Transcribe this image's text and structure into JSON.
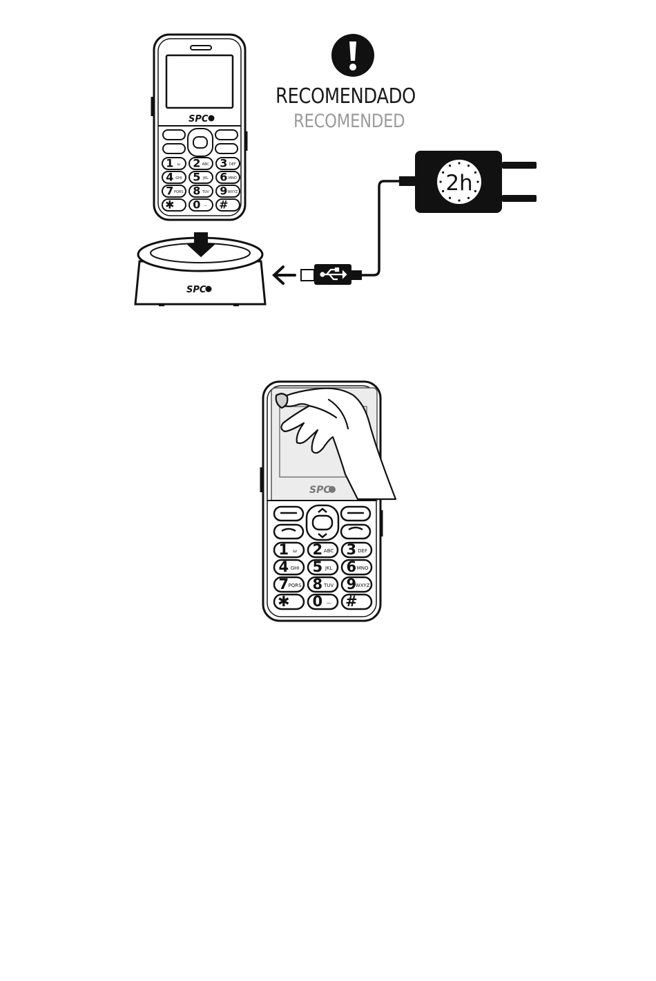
{
  "recommendation": {
    "label_es": "RECOMENDADO",
    "label_en": "RECOMENDED",
    "charge_time": "2h"
  },
  "brand": {
    "logo_text": "SPC"
  },
  "keypad": {
    "keys": [
      {
        "digit": "1",
        "sub": "ω"
      },
      {
        "digit": "2",
        "sub": "ABC"
      },
      {
        "digit": "3",
        "sub": "DEF"
      },
      {
        "digit": "4",
        "sub": "GHI"
      },
      {
        "digit": "5",
        "sub": "JKL"
      },
      {
        "digit": "6",
        "sub": "MNO"
      },
      {
        "digit": "7",
        "sub": "PQRS"
      },
      {
        "digit": "8",
        "sub": "TUV"
      },
      {
        "digit": "9",
        "sub": "WXYZ"
      },
      {
        "digit": "✱",
        "sub": ""
      },
      {
        "digit": "0",
        "sub": "—"
      },
      {
        "digit": "#",
        "sub": ""
      }
    ]
  },
  "colors": {
    "ink": "#111111",
    "grey_text": "#9a9a9a",
    "film": "#ececec"
  },
  "icons": [
    "exclamation-icon",
    "down-arrow-icon",
    "left-arrow-icon",
    "usb-icon",
    "clock-icon"
  ]
}
